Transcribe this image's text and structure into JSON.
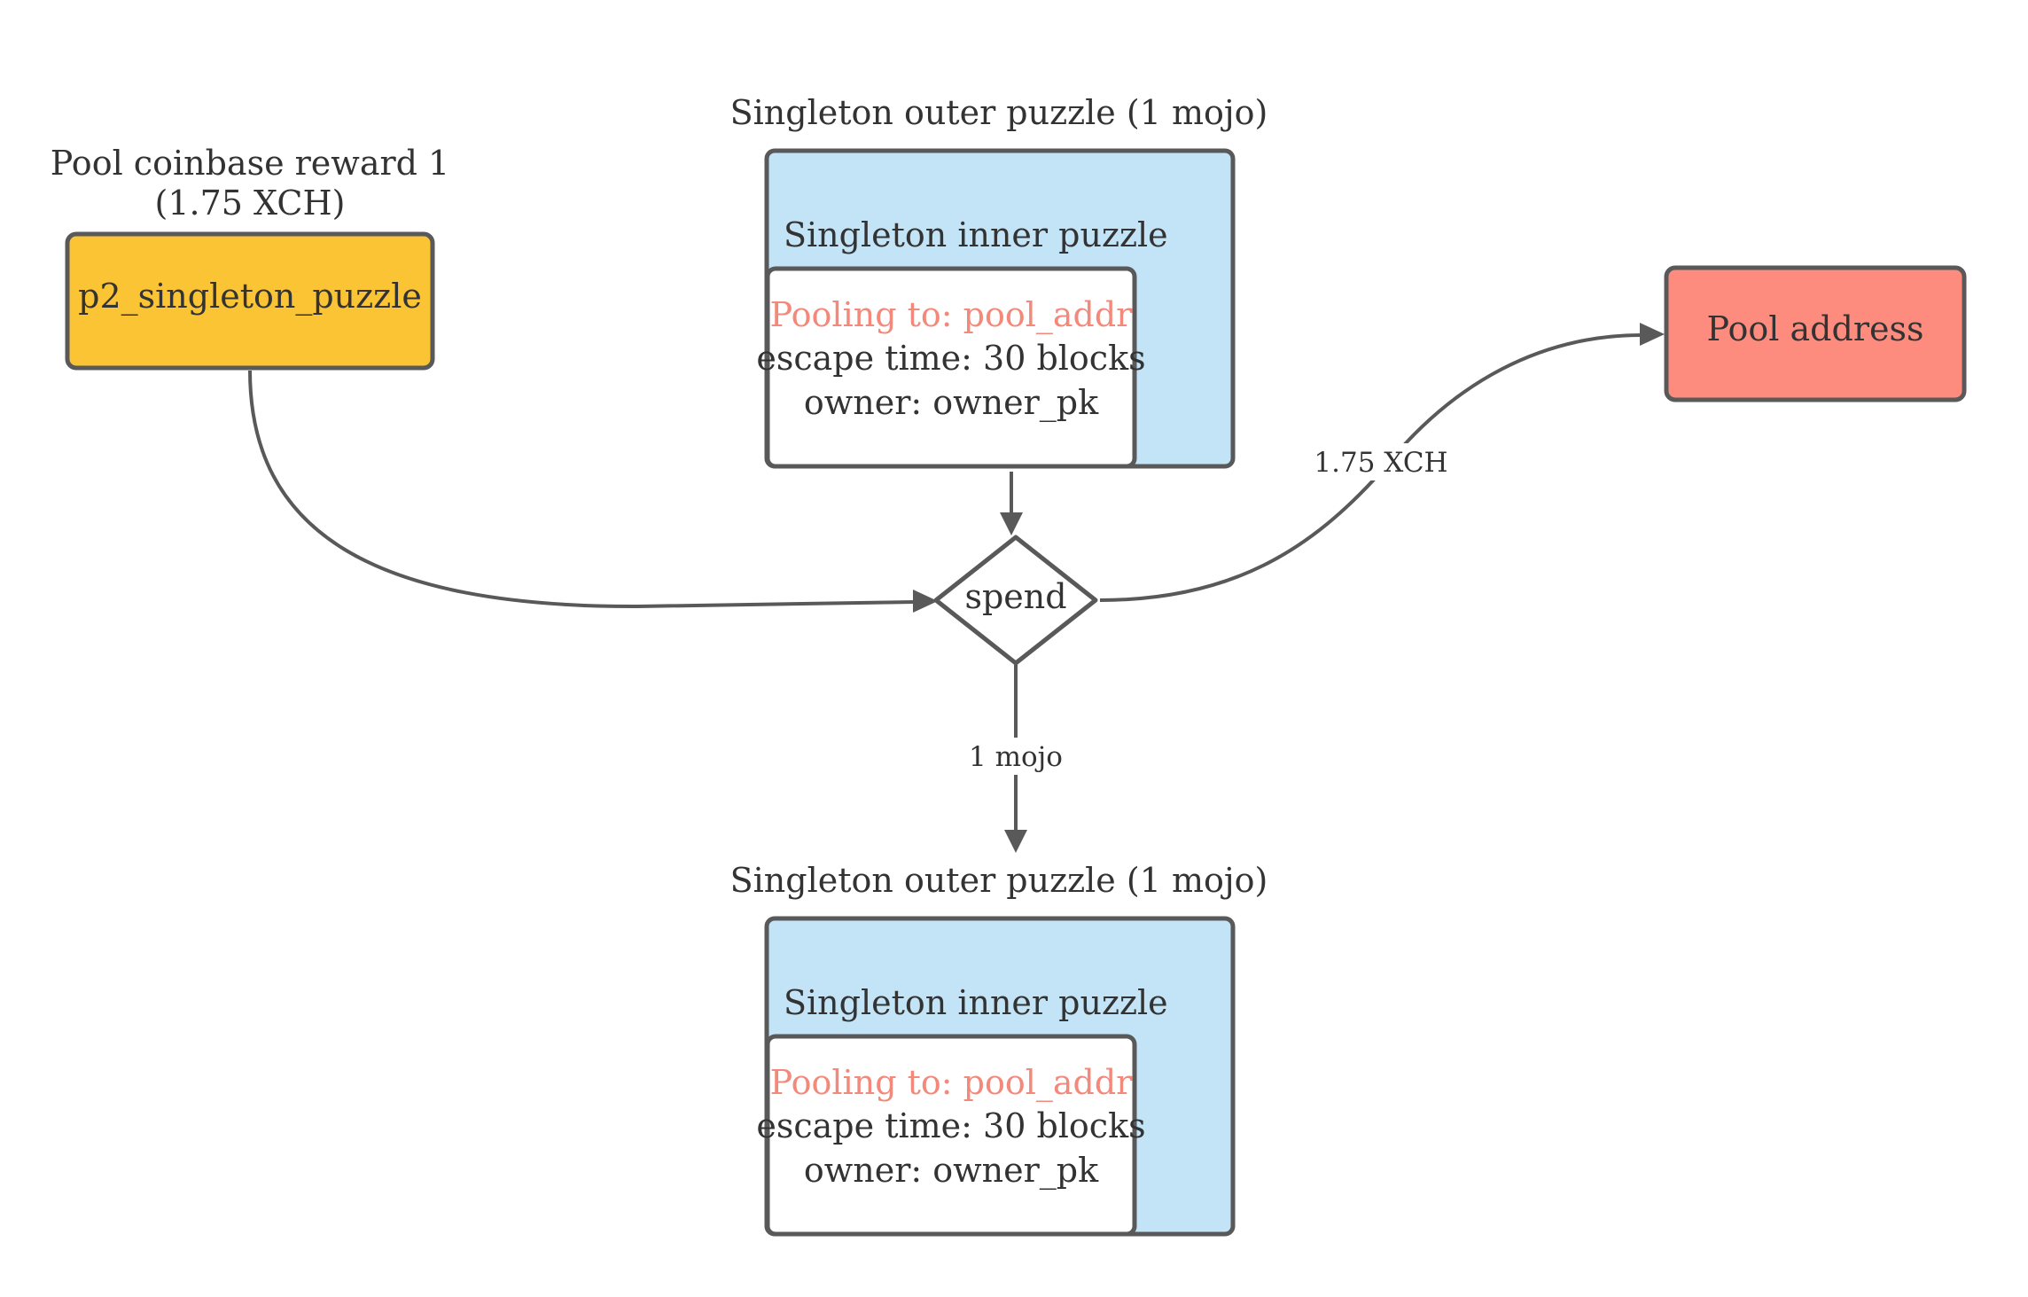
{
  "coinbase": {
    "caption_line1": "Pool coinbase reward 1",
    "caption_line2": "(1.75 XCH)",
    "label": "p2_singleton_puzzle",
    "fill": "#fbc435"
  },
  "singleton_top": {
    "outer_title": "Singleton outer puzzle (1 mojo)",
    "inner_title": "Singleton inner puzzle",
    "pooling": "Pooling to: pool_addr",
    "escape": "escape time: 30 blocks",
    "owner": "owner: owner_pk"
  },
  "singleton_bottom": {
    "outer_title": "Singleton outer puzzle (1 mojo)",
    "inner_title": "Singleton inner puzzle",
    "pooling": "Pooling to: pool_addr",
    "escape": "escape time: 30 blocks",
    "owner": "owner: owner_pk"
  },
  "spend": {
    "label": "spend"
  },
  "pool": {
    "label": "Pool address",
    "fill": "#fe8c7e"
  },
  "edges": {
    "to_pool_label": "1.75 XCH",
    "to_singleton_label": "1 mojo"
  },
  "colors": {
    "outer_fill": "#c2e4f6",
    "pooling_text": "#f2897a",
    "stroke": "#595959",
    "text": "#333333"
  }
}
